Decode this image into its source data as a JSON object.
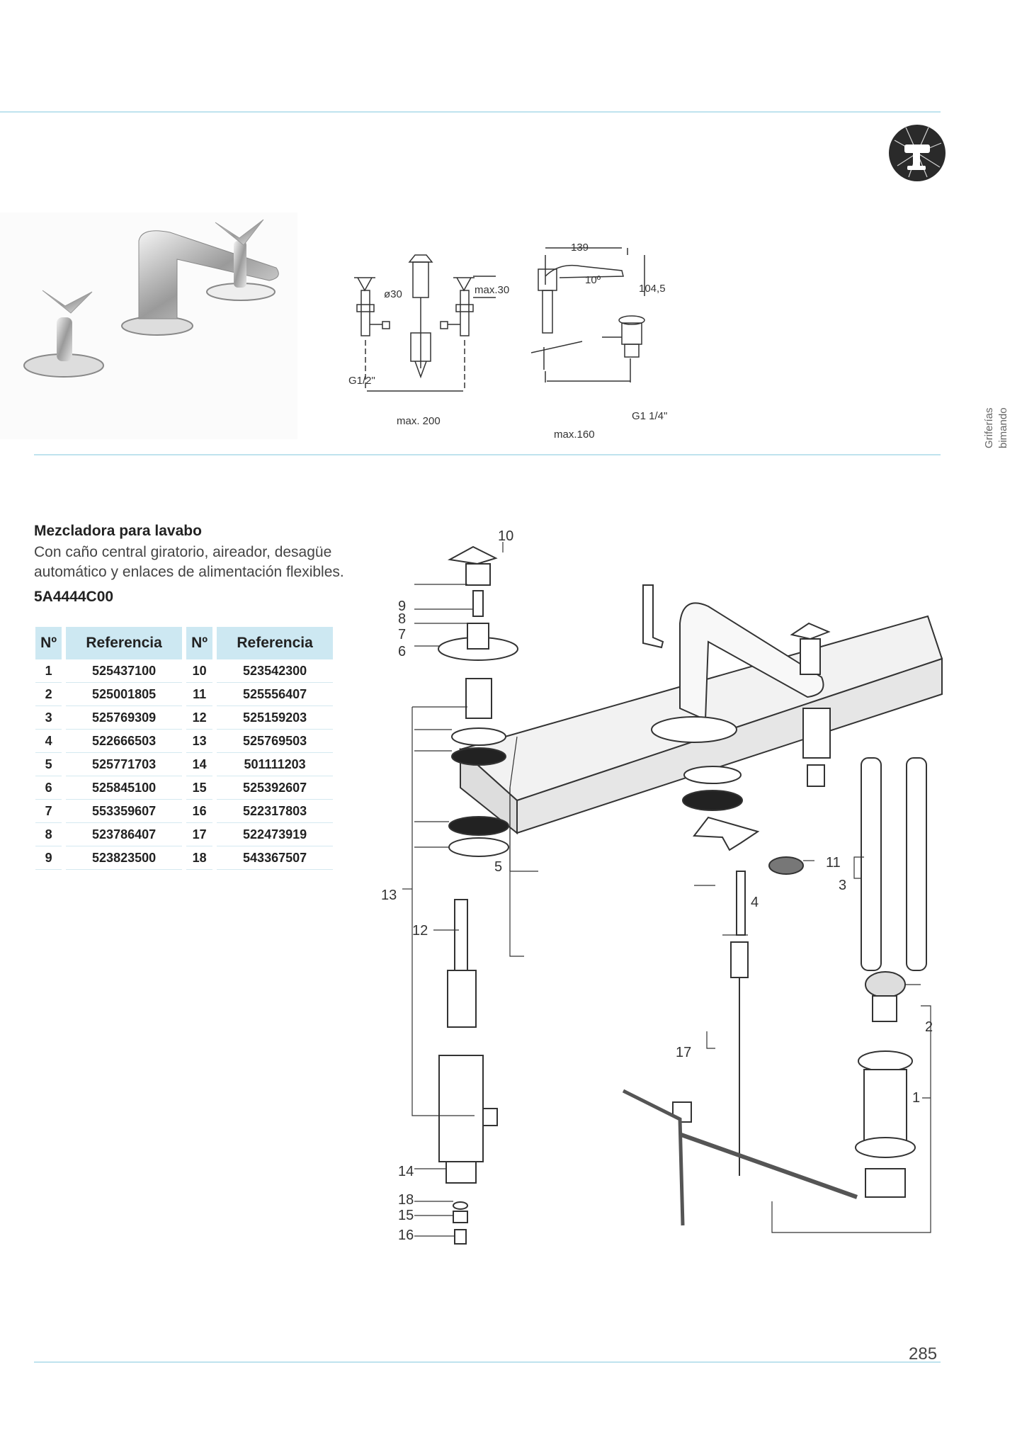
{
  "sidebar": {
    "category_line1": "Griferías",
    "category_line2": "bimando"
  },
  "icon": {
    "name": "mixer-category-icon"
  },
  "dimensions": {
    "diameter": "ø30",
    "max_thickness": "max.30",
    "thread_inlet": "G1/2\"",
    "max_width": "max. 200",
    "depth": "139",
    "angle": "10º",
    "height": "104,5",
    "thread_waste": "G1 1/4\"",
    "max_drop": "max.160"
  },
  "product": {
    "title": "Mezcladora para lavabo",
    "description": "Con caño central giratorio, aireador, desagüe automático y enlaces de alimentación flexibles.",
    "code": "5A4444C00"
  },
  "table": {
    "headers": [
      "Nº",
      "Referencia",
      "Nº",
      "Referencia"
    ],
    "rows": [
      [
        "1",
        "525437100",
        "10",
        "523542300"
      ],
      [
        "2",
        "525001805",
        "11",
        "525556407"
      ],
      [
        "3",
        "525769309",
        "12",
        "525159203"
      ],
      [
        "4",
        "522666503",
        "13",
        "525769503"
      ],
      [
        "5",
        "525771703",
        "14",
        "501111203"
      ],
      [
        "6",
        "525845100",
        "15",
        "525392607"
      ],
      [
        "7",
        "553359607",
        "16",
        "522317803"
      ],
      [
        "8",
        "523786407",
        "17",
        "522473919"
      ],
      [
        "9",
        "523823500",
        "18",
        "543367507"
      ]
    ]
  },
  "callouts": [
    "1",
    "2",
    "3",
    "4",
    "5",
    "6",
    "7",
    "8",
    "9",
    "10",
    "11",
    "12",
    "13",
    "14",
    "15",
    "16",
    "17",
    "18"
  ],
  "page_number": "285"
}
